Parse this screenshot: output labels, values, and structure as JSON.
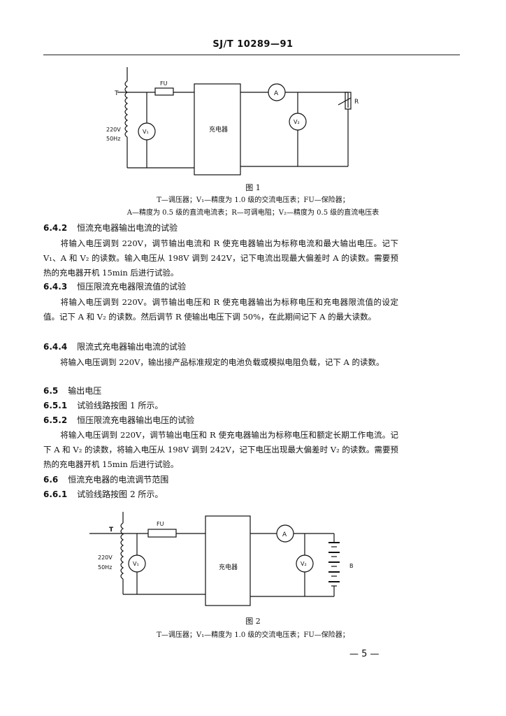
{
  "header": {
    "code": "SJ/T 10289—91"
  },
  "figure1": {
    "labels": {
      "t": "T",
      "fu": "FU",
      "v1": "V₁",
      "volt": "220V",
      "freq": "50Hz",
      "charger": "充电器",
      "a": "A",
      "v2": "V₂",
      "r": "R"
    },
    "number": "图 1",
    "caption_line1": "T—调压器；V₁—精度为 1.0 级的交流电压表；FU—保险器；",
    "caption_line2": "A—精度为 0.5 级的直流电流表；R—可调电阻；V₂—精度为 0.5 级的直流电压表"
  },
  "sections": {
    "s642": {
      "num": "6.4.2",
      "title": "恒流充电器输出电流的试验",
      "text": "将输入电压调到 220V，调节输出电流和 R 使充电器输出为标称电流和最大输出电压。记下 V₁、A 和 V₂ 的读数。输入电压从 198V 调到 242V，记下电流出现最大偏差时 A 的读数。需要预热的充电器开机 15min 后进行试验。"
    },
    "s643": {
      "num": "6.4.3",
      "title": "恒压限流充电器限流值的试验",
      "text": "将输入电压调到 220V。调节输出电压和 R 使充电器输出为标称电压和充电器限流值的设定值。记下 A 和 V₂ 的读数。然后调节 R 使输出电压下调 50%，在此期间记下 A 的最大读数。"
    },
    "s644": {
      "num": "6.4.4",
      "title": "限流式充电器输出电流的试验",
      "text": "将输入电压调到 220V，输出接产品标准规定的电池负载或模拟电阻负载，记下 A 的读数。"
    },
    "s65": {
      "num": "6.5",
      "title": "输出电压"
    },
    "s651": {
      "num": "6.5.1",
      "title": "试验线路按图 1 所示。"
    },
    "s652": {
      "num": "6.5.2",
      "title": "恒压限流充电器输出电压的试验",
      "text": "将输入电压调到 220V，调节输出电压和 R 使充电器输出为标称电压和额定长期工作电流。记下 A 和 V₂ 的读数，将输入电压从 198V 调到 242V，记下电压出现最大偏差时 V₂ 的读数。需要预热的充电器开机 15min 后进行试验。"
    },
    "s66": {
      "num": "6.6",
      "title": "恒流充电器的电流调节范围"
    },
    "s661": {
      "num": "6.6.1",
      "title": "试验线路按图 2 所示。"
    }
  },
  "figure2": {
    "labels": {
      "t": "T",
      "fu": "FU",
      "v1": "V₁",
      "volt": "220V",
      "freq": "50Hz",
      "charger": "充电器",
      "a": "A",
      "v2": "V₂",
      "b": "B"
    },
    "number": "图 2",
    "caption_line1": "T—调压器；V₁—精度为 1.0 级的交流电压表；FU—保险器；"
  },
  "footer": {
    "page": "— 5 —"
  }
}
